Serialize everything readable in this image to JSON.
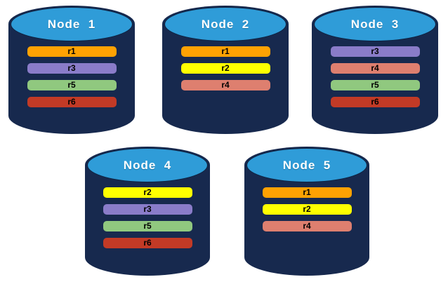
{
  "colors": {
    "background": "#FFFFFF",
    "cylinder_body": "#17294E",
    "cylinder_top": "#2F9CD8",
    "title_text": "#FFFFFF",
    "bar_text": "#000000",
    "replica_orange": "#FFA203",
    "replica_yellow": "#FFFF00",
    "replica_purple": "#8A7CC9",
    "replica_green": "#90C87F",
    "replica_red": "#C23A26",
    "replica_salmon": "#DE7F6F"
  },
  "nodes": [
    {
      "title": "Node  1",
      "bars": [
        {
          "label": "r1",
          "color": "#FFA203"
        },
        {
          "label": "r3",
          "color": "#8A7CC9"
        },
        {
          "label": "r5",
          "color": "#90C87F"
        },
        {
          "label": "r6",
          "color": "#C23A26"
        }
      ]
    },
    {
      "title": "Node  2",
      "bars": [
        {
          "label": "r1",
          "color": "#FFA203"
        },
        {
          "label": "r2",
          "color": "#FFFF00"
        },
        {
          "label": "r4",
          "color": "#DE7F6F"
        }
      ]
    },
    {
      "title": "Node  3",
      "bars": [
        {
          "label": "r3",
          "color": "#8A7CC9"
        },
        {
          "label": "r4",
          "color": "#DE7F6F"
        },
        {
          "label": "r5",
          "color": "#90C87F"
        },
        {
          "label": "r6",
          "color": "#C23A26"
        }
      ]
    },
    {
      "title": "Node  4",
      "bars": [
        {
          "label": "r2",
          "color": "#FFFF00"
        },
        {
          "label": "r3",
          "color": "#8A7CC9"
        },
        {
          "label": "r5",
          "color": "#90C87F"
        },
        {
          "label": "r6",
          "color": "#C23A26"
        }
      ]
    },
    {
      "title": "Node  5",
      "bars": [
        {
          "label": "r1",
          "color": "#FFA203"
        },
        {
          "label": "r2",
          "color": "#FFFF00"
        },
        {
          "label": "r4",
          "color": "#DE7F6F"
        }
      ]
    }
  ]
}
